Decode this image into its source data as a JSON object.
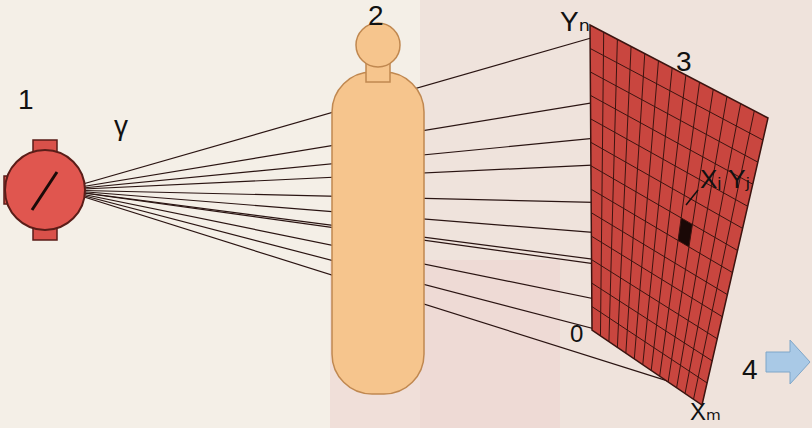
{
  "diagram": {
    "labels": [
      "1",
      "γ",
      "2",
      "3",
      "Yₙ",
      "Xᵢ Yⱼ",
      "0",
      "4",
      "Xₘ"
    ]
  }
}
